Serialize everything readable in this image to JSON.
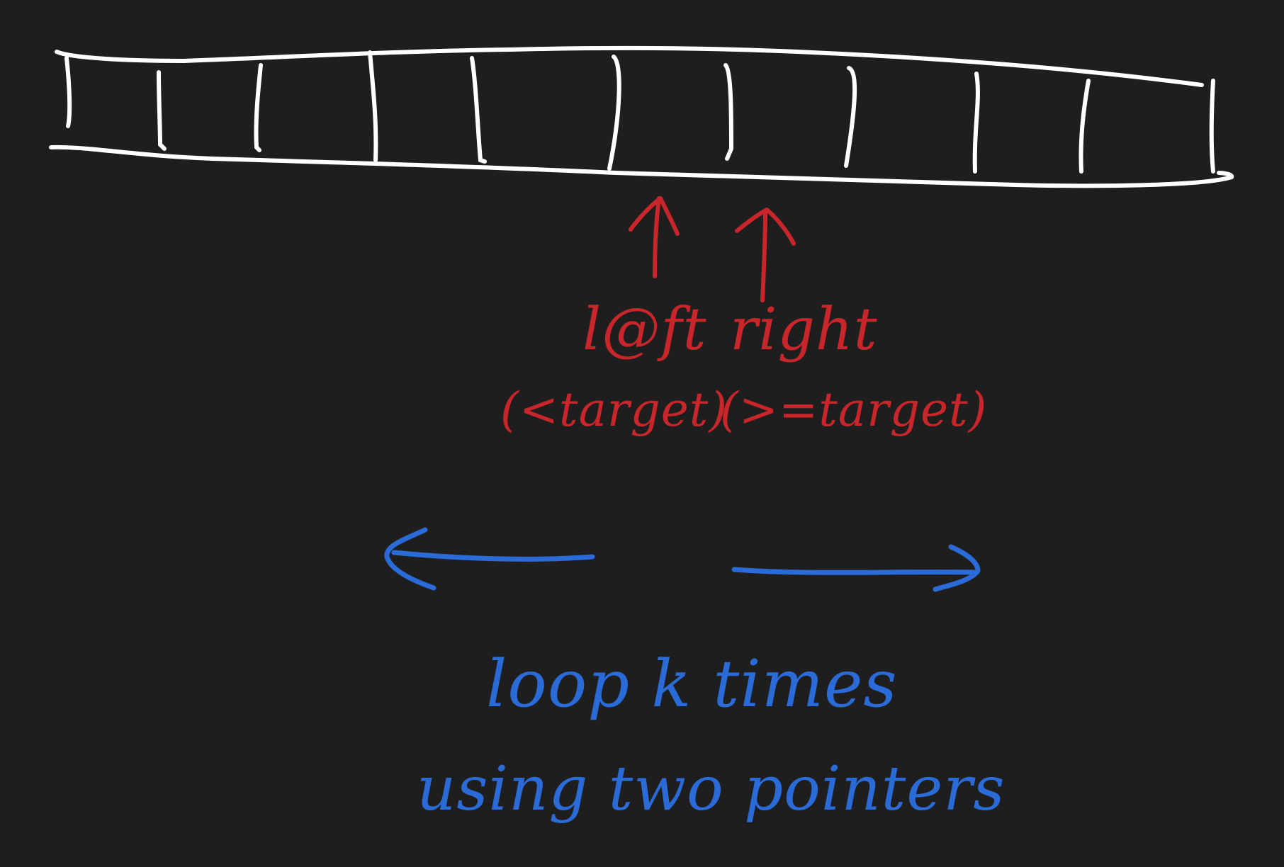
{
  "colors": {
    "background": "#1e1e1e",
    "array_ink": "#ffffff",
    "pointer_ink": "#c8262a",
    "loop_ink": "#2a6bd8"
  },
  "pointers": {
    "left": {
      "label": "l@ft",
      "condition": "(<target)"
    },
    "right": {
      "label": "right",
      "condition": "(>=target)"
    }
  },
  "note": {
    "line1": "loop k times",
    "line2": "using two pointers"
  }
}
